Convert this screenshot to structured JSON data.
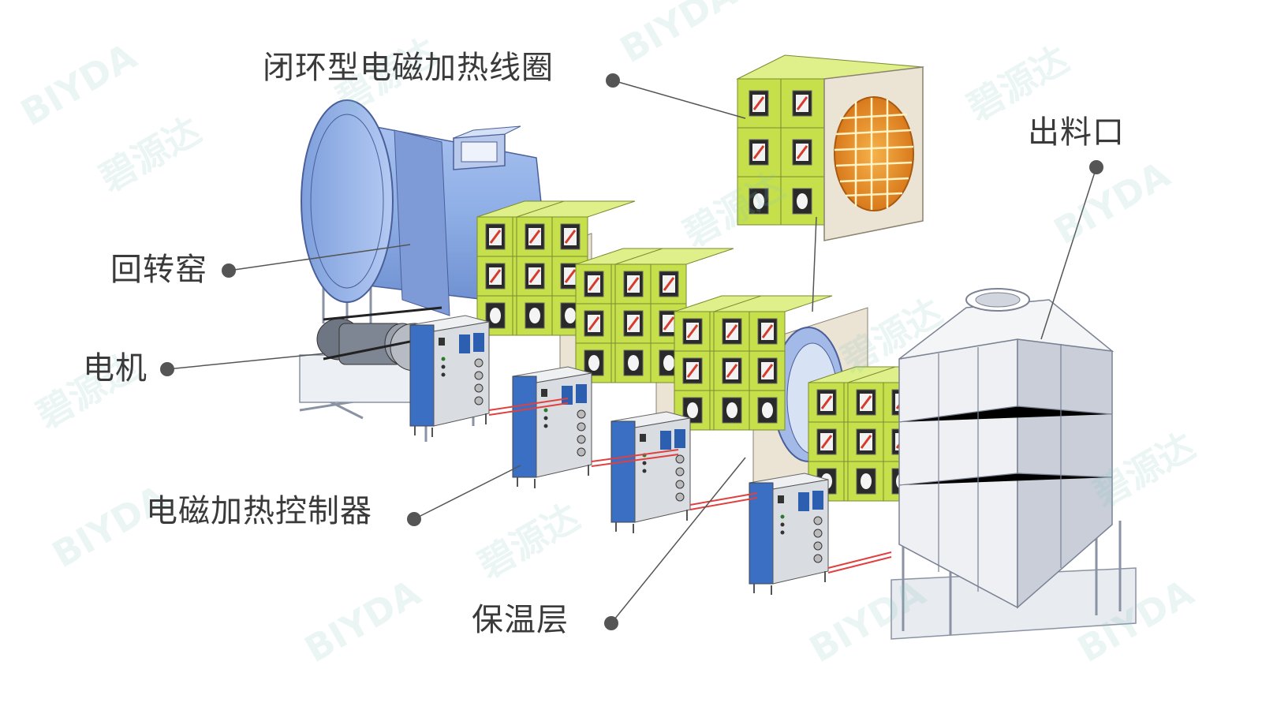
{
  "colors": {
    "kiln_blue": "#8eaee6",
    "coil_green": "#c6e04c",
    "insulation_beige": "#ebe4d4",
    "controller_gray": "#d9dde2",
    "controller_blue": "#3a6fc4",
    "outlet_gray": "#d8dce3",
    "label_text": "#3a3a3a",
    "leader_dot": "#555555",
    "cable_red": "#e04040",
    "watermark": "#7fc4c0"
  },
  "labels": {
    "coil": "闭环型电磁加热线圈",
    "kiln": "回转窑",
    "motor": "电机",
    "controller": "电磁加热控制器",
    "insulation": "保温层",
    "outlet": "出料口"
  },
  "watermark": {
    "brand_cn": "碧源达",
    "brand_en": "BIYDA"
  }
}
